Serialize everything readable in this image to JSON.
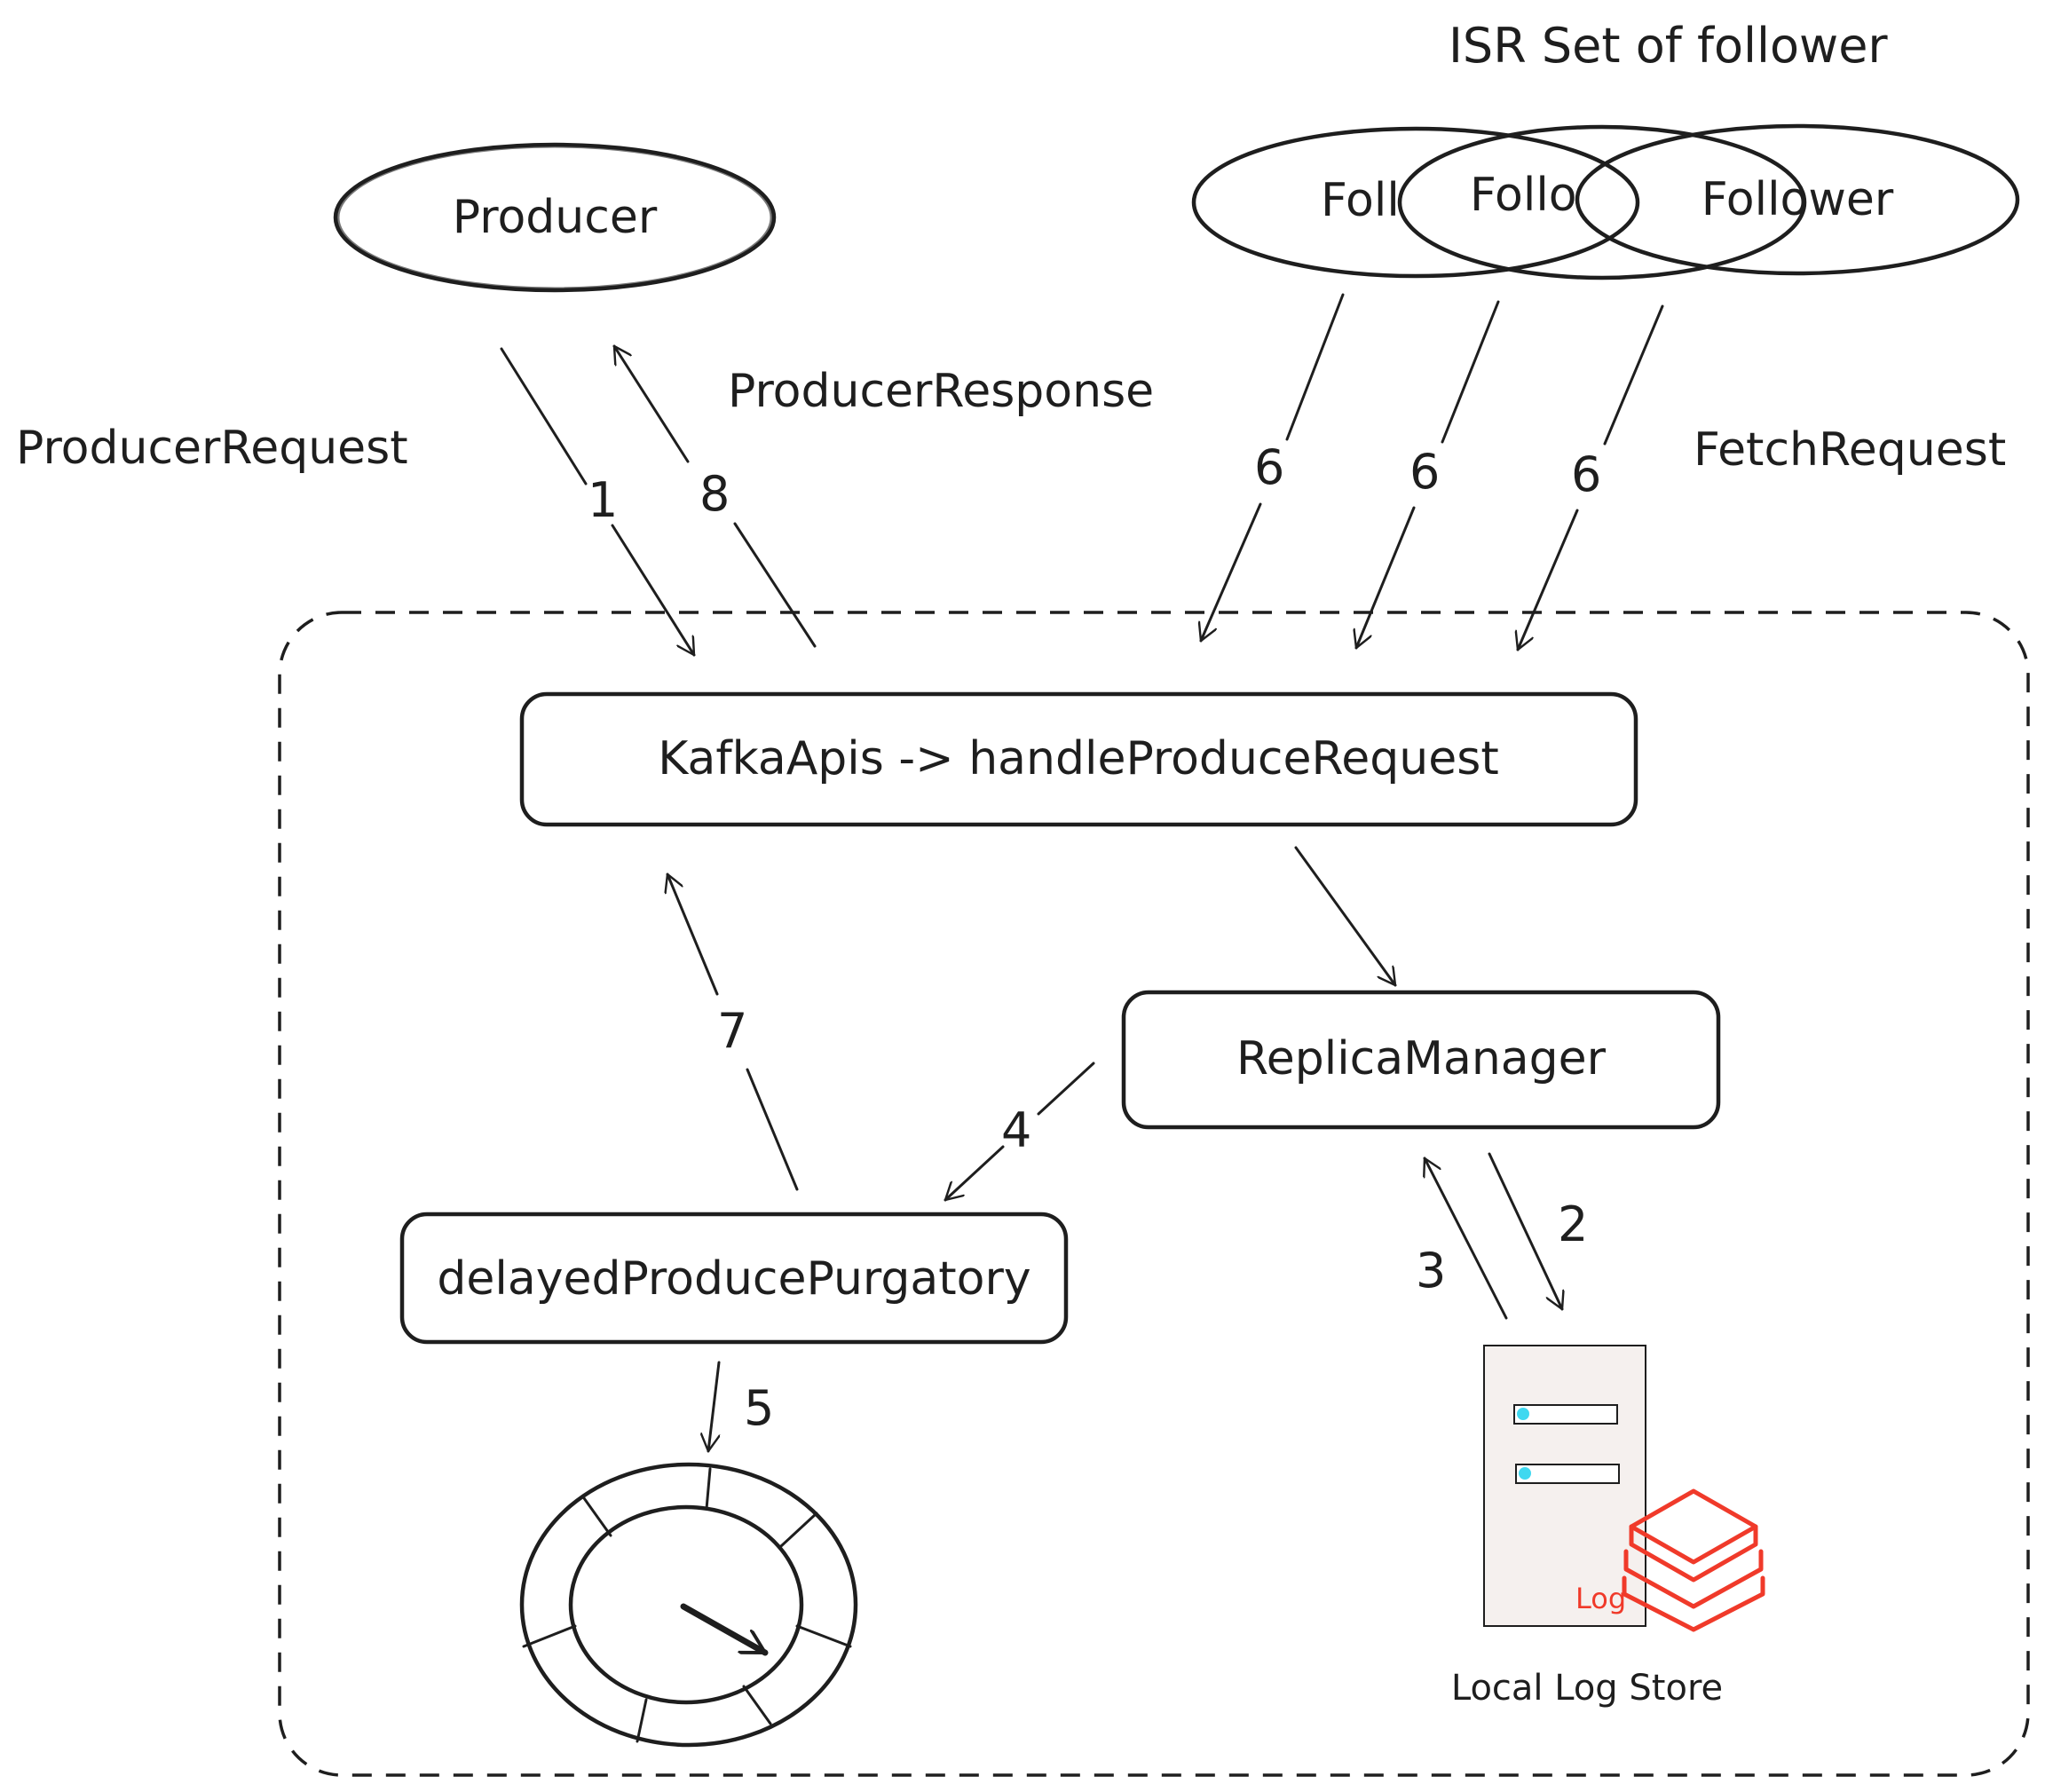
{
  "title": "ISR Set of follower",
  "nodes": {
    "producer": "Producer",
    "follower_1": "Foll",
    "follower_2": "Follo",
    "follower_3": "Follower",
    "kafka_apis": "KafkaApis -> handleProduceRequest",
    "replica_manager": "ReplicaManager",
    "purgatory": "delayedProducePurgatory",
    "log_store_caption": "Local Log Store",
    "log_icon_label": "Log"
  },
  "edge_labels": {
    "producer_request": "ProducerRequest",
    "producer_response": "ProducerResponse",
    "fetch_request": "FetchRequest"
  },
  "steps": {
    "s1": "1",
    "s2": "2",
    "s3": "3",
    "s4": "4",
    "s5": "5",
    "s6a": "6",
    "s6b": "6",
    "s6c": "6",
    "s7": "7",
    "s8": "8"
  },
  "colors": {
    "ink": "#1e1e1e",
    "server_fill": "#f5f0ee",
    "indicator": "#3fd8f0",
    "log_red": "#f03a2a"
  },
  "icons": {
    "timing_wheel": "timing-wheel-icon",
    "server": "server-icon",
    "log_stack": "log-stack-icon"
  }
}
